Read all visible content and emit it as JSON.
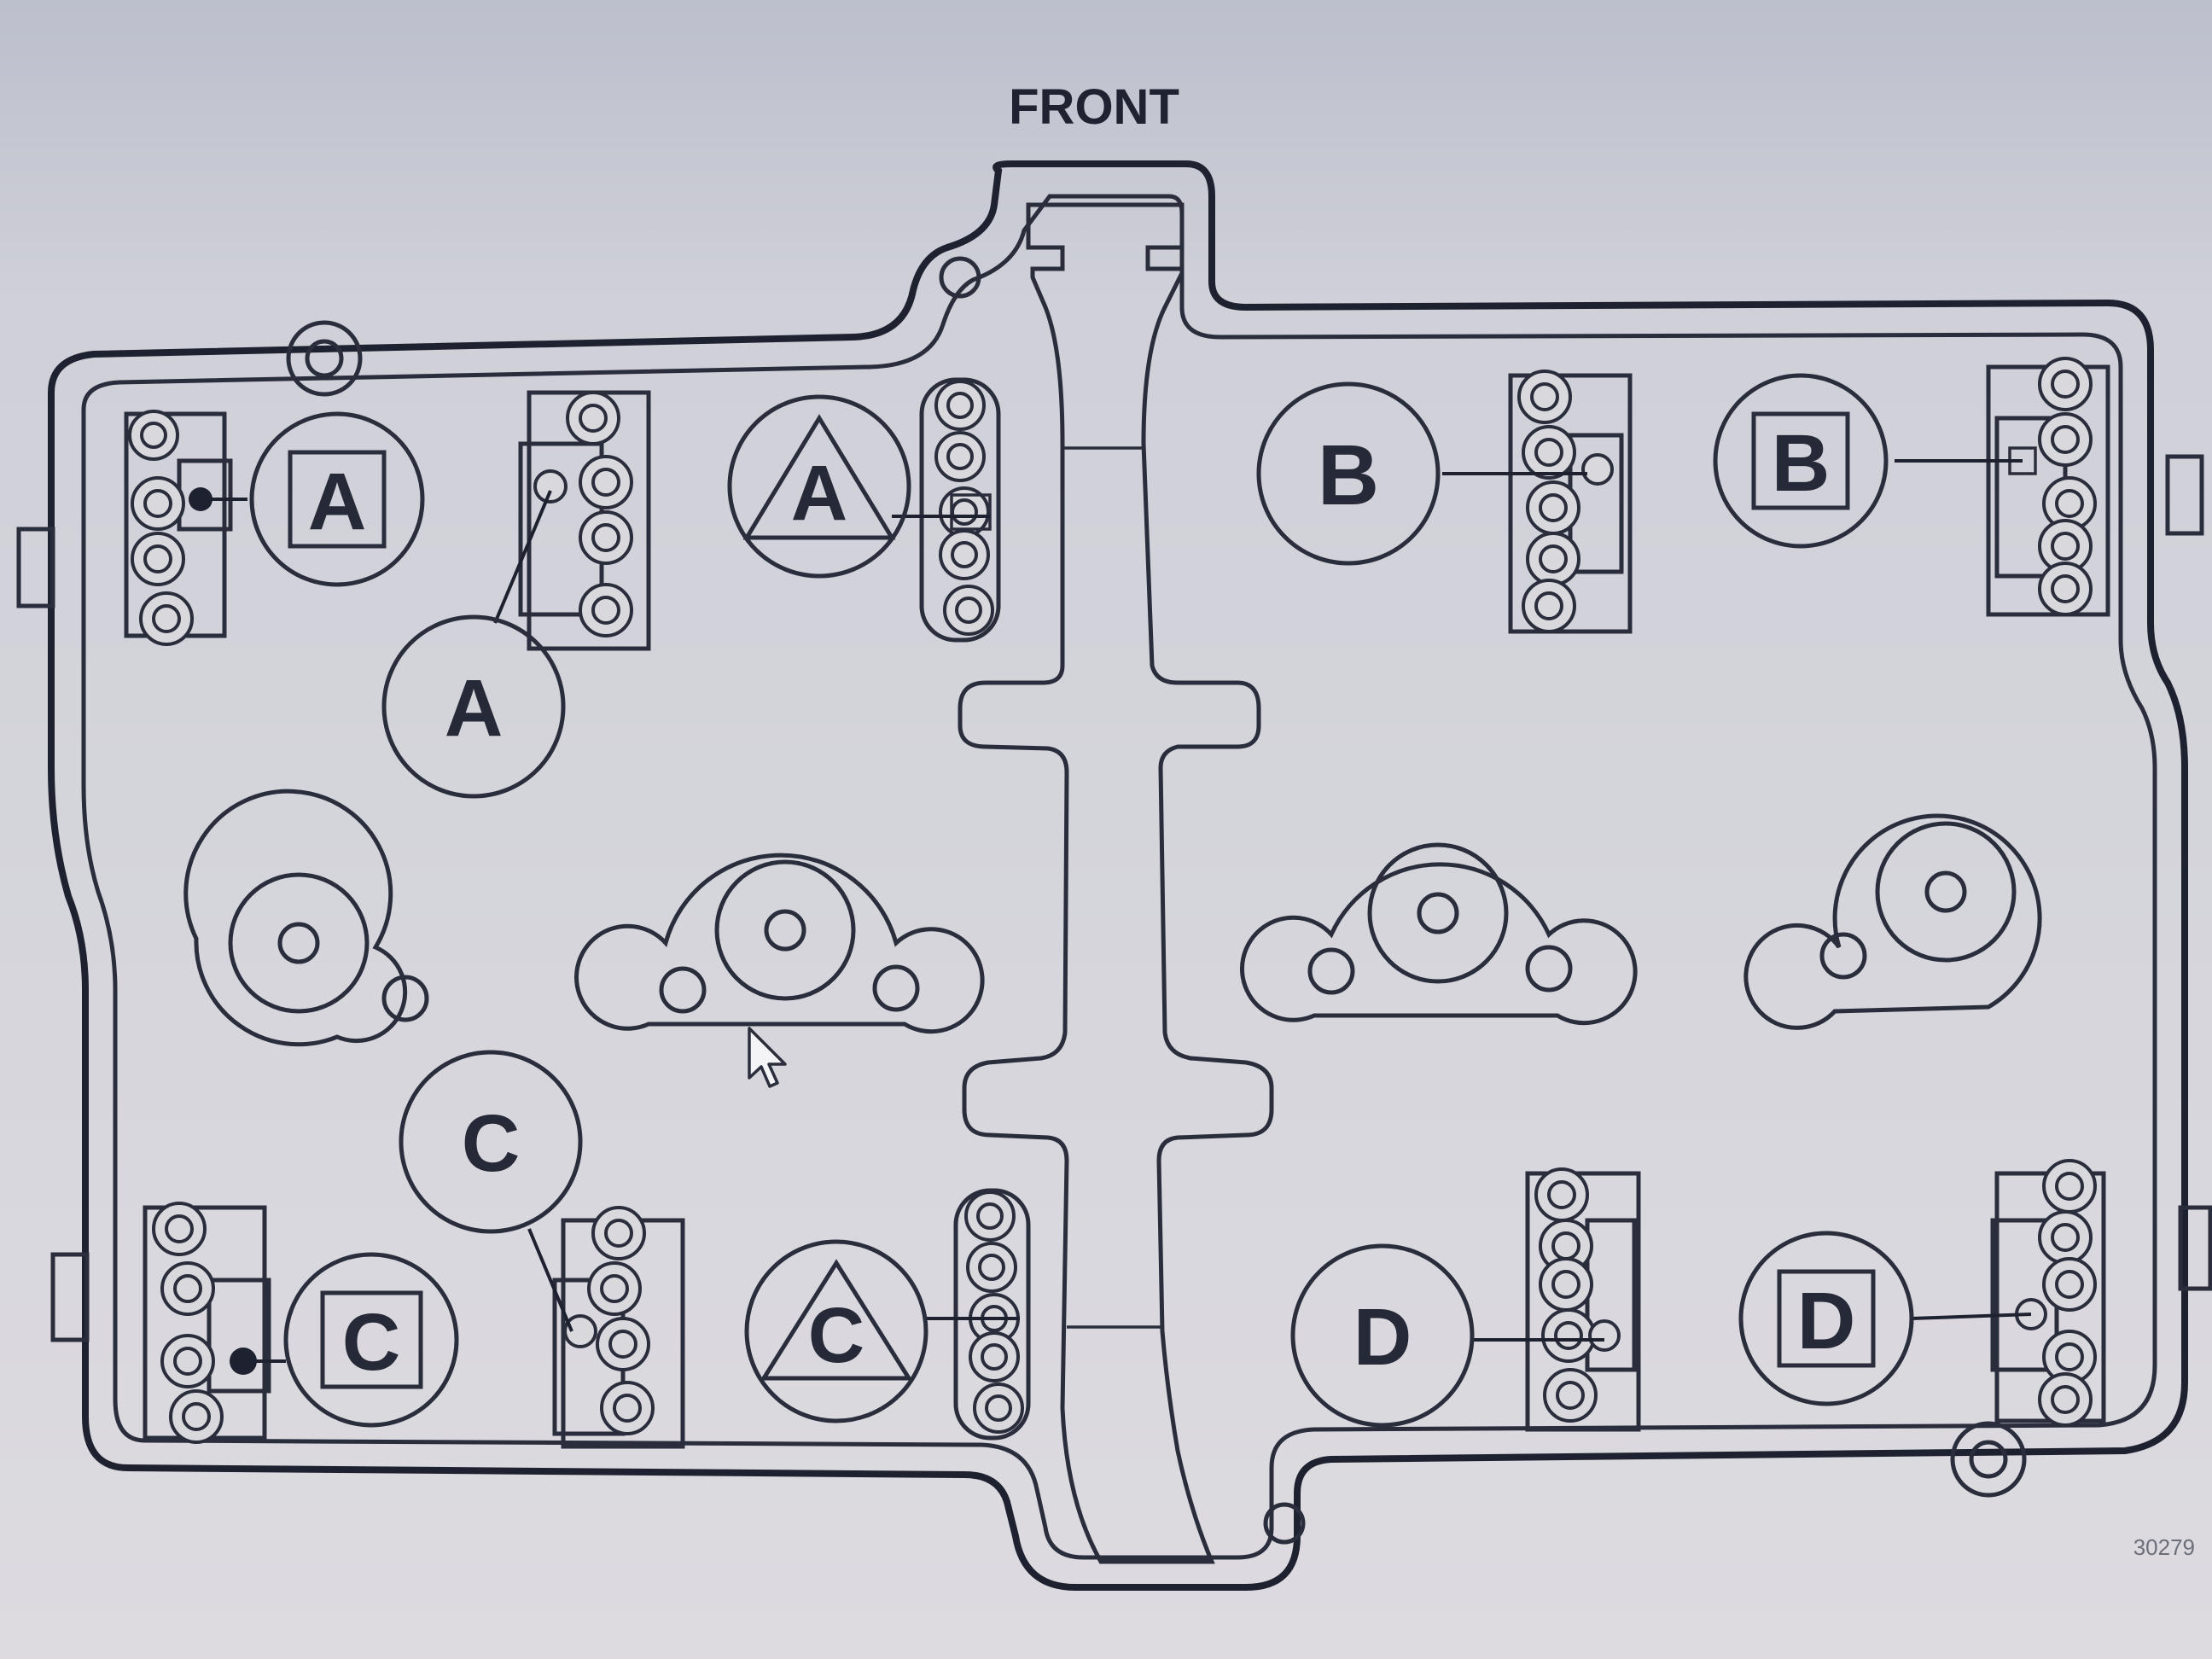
{
  "diagram": {
    "front_label": "FRONT",
    "figure_code": "30279",
    "callouts": [
      {
        "id": "a1",
        "letter": "A",
        "shape": "square"
      },
      {
        "id": "a2",
        "letter": "A",
        "shape": "none"
      },
      {
        "id": "a3",
        "letter": "A",
        "shape": "triangle"
      },
      {
        "id": "b1",
        "letter": "B",
        "shape": "none"
      },
      {
        "id": "b2",
        "letter": "B",
        "shape": "square"
      },
      {
        "id": "c1",
        "letter": "C",
        "shape": "none"
      },
      {
        "id": "c2",
        "letter": "C",
        "shape": "square"
      },
      {
        "id": "c3",
        "letter": "C",
        "shape": "triangle"
      },
      {
        "id": "d1",
        "letter": "D",
        "shape": "none"
      },
      {
        "id": "d2",
        "letter": "D",
        "shape": "square"
      }
    ]
  }
}
